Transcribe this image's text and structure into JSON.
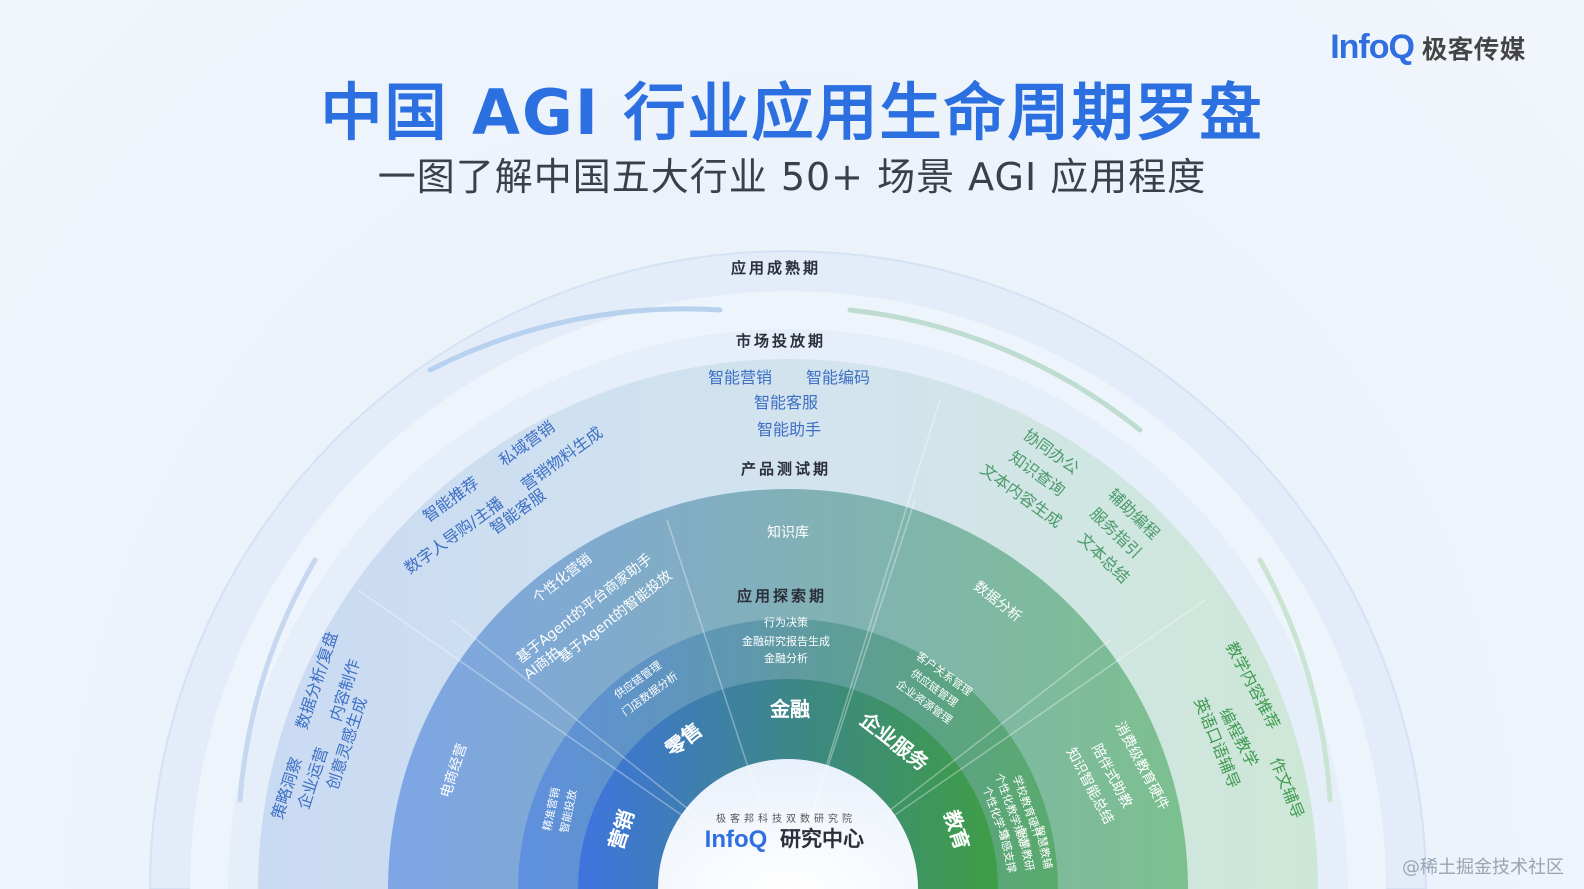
{
  "header": {
    "brand_logo": "InfoQ",
    "brand_name": "极客传媒",
    "title": "中国 AGI 行业应用生命周期罗盘",
    "subtitle": "一图了解中国五大行业 50+ 场景 AGI 应用程度"
  },
  "center": {
    "org_line": "极客邦科技双数研究院",
    "logo": "InfoQ",
    "label": "研究中心"
  },
  "stages": [
    "应用成熟期",
    "市场投放期",
    "产品测试期",
    "应用探索期"
  ],
  "industries": [
    "营销",
    "零售",
    "金融",
    "企业服务",
    "教育"
  ],
  "scenarios": {
    "exploration": {
      "marketing": [
        "精准营销",
        "智能投放"
      ],
      "retail": [
        "供应链管理",
        "门店数据分析"
      ],
      "finance": [
        "行为决策",
        "金融研究报告生成",
        "金融分析"
      ],
      "enterprise": [
        "客户关系管理",
        "供应链管理",
        "企业资源管理"
      ],
      "education": [
        "学校教育硬件",
        "个性化教学规划",
        "个性化学习"
      ],
      "education_outer": [
        "智慧教辅",
        "智慧教研",
        "情感支撑"
      ]
    },
    "testing": {
      "retail_left": [
        "电商经营"
      ],
      "retail_right": [
        "个性化营销",
        "基于Agent的平台商家助手",
        "AI商拍",
        "基于Agent的智能投放"
      ],
      "finance": [
        "知识库"
      ],
      "enterprise": [
        "数据分析"
      ],
      "education": [
        "消费级教育硬件",
        "陪伴式助教",
        "知识智能总结"
      ]
    },
    "market": {
      "marketing": [
        "策略洞察",
        "企业运营",
        "创意灵感生成",
        "数据分析/复盘",
        "内容制作"
      ],
      "retail": [
        "智能推荐",
        "私域营销",
        "数字人导购/主播",
        "营销物料生成",
        "智能客服"
      ],
      "finance": [
        "智能营销",
        "智能编码",
        "智能客服",
        "智能助手"
      ],
      "enterprise": [
        "协同办公",
        "知识查询",
        "文本内容生成",
        "辅助编程",
        "服务指引",
        "文本总结"
      ],
      "education": [
        "教学内容推荐",
        "编程教学",
        "英语口语辅导",
        "作文辅导"
      ]
    }
  },
  "watermark": "@稀土掘金技术社区",
  "colors": {
    "title_blue": "#2b6fe0",
    "marketing": "#3f76e0",
    "retail": "#4a7fd6",
    "finance": "#3e8a8a",
    "enterprise": "#4b9b6e",
    "education": "#3ea24a",
    "scenario_text_blue": "#3d6fc4",
    "scenario_text_green": "#3f9a50"
  }
}
